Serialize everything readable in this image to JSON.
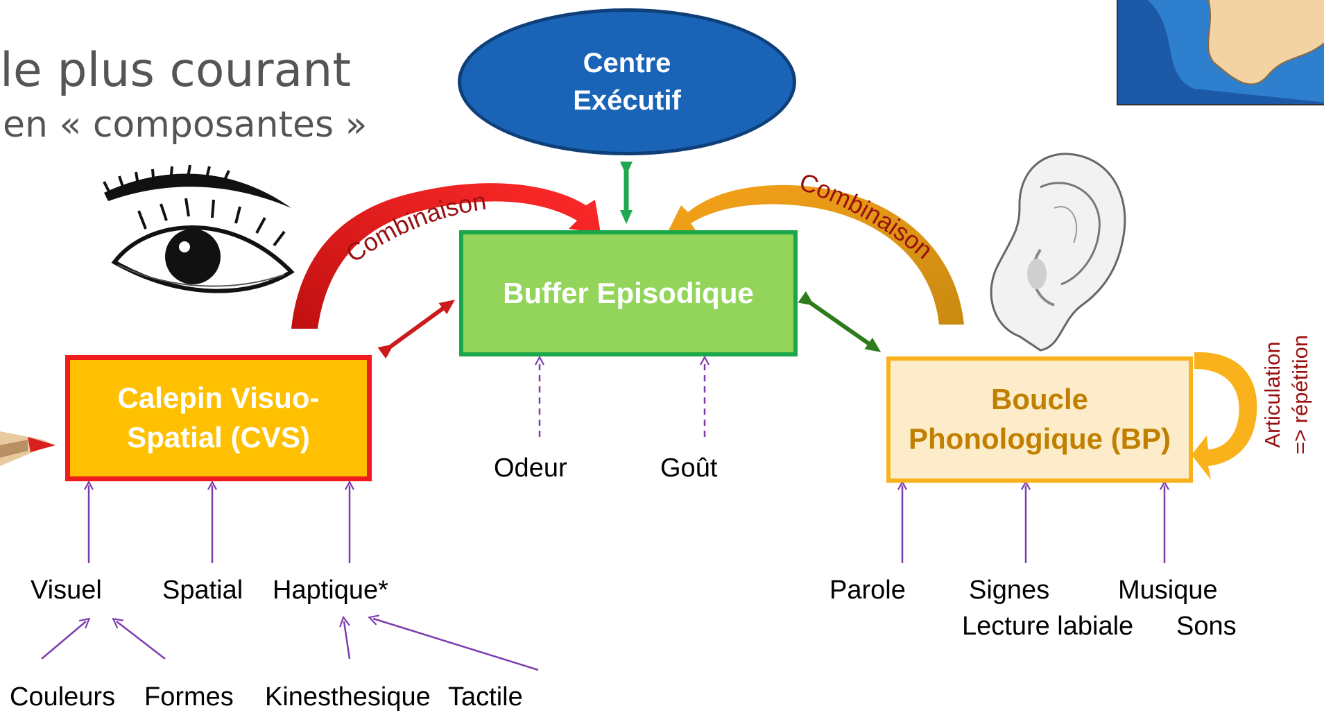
{
  "header": {
    "title": "le plus courant",
    "subtitle": "en « composantes »"
  },
  "nodes": {
    "centre": "Centre Exécutif",
    "buffer": "Buffer Episodique",
    "cvs": "Calepin Visuo-Spatial (CVS)",
    "bp": "Boucle Phonologique (BP)"
  },
  "combinaison_left": "Combinaison",
  "combinaison_right": "Combinaison",
  "rehearsal": {
    "line1": "Articulation",
    "line2": "=> répétition"
  },
  "buffer_inputs": [
    "Odeur",
    "Goût"
  ],
  "cvs_inputs": [
    "Visuel",
    "Spatial",
    "Haptique*"
  ],
  "cvs_subinputs": [
    "Couleurs",
    "Formes",
    "Kinesthesique",
    "Tactile"
  ],
  "bp_inputs": {
    "parole": "Parole",
    "signes": "Signes",
    "musique": "Musique",
    "lecture": "Lecture labiale",
    "sons": "Sons"
  },
  "icons": [
    "eye-icon",
    "ear-icon",
    "pencil-icon",
    "corner-thumbnail-image"
  ],
  "colors": {
    "centre": "#1a64b8",
    "buffer": "#93d55a",
    "cvs": "#fec000",
    "cvs_border": "#ee1c1c",
    "bp": "#fcecc9",
    "bp_border": "#f9b21c",
    "input_arrows": "#7d3cae",
    "combinaison_text": "#9a1010"
  }
}
